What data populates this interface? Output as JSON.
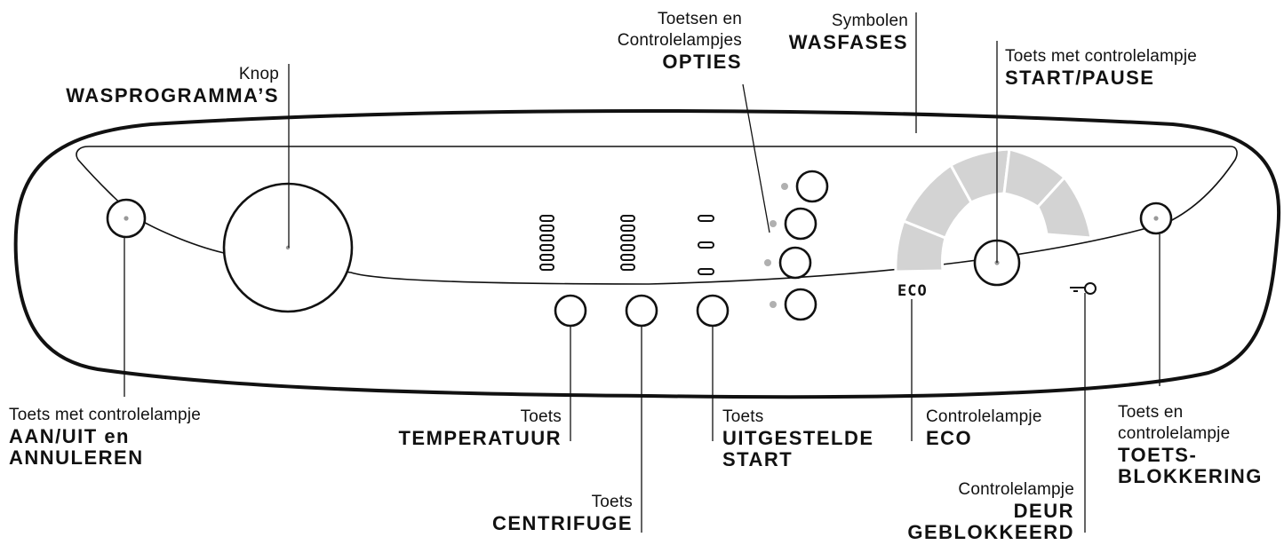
{
  "labels": {
    "programs": {
      "small": "Knop",
      "bold": "WASPROGRAMMA’S"
    },
    "options": {
      "small1": "Toetsen en",
      "small2": "Controlelampjes",
      "bold": "OPTIES"
    },
    "phases": {
      "small": "Symbolen",
      "bold": "WASFASES"
    },
    "start_pause": {
      "small": "Toets met controlelampje",
      "bold": "START/PAUSE"
    },
    "on_off": {
      "small": "Toets met controlelampje",
      "bold1": "AAN/UIT en",
      "bold2": "ANNULEREN"
    },
    "temperature": {
      "small": "Toets",
      "bold": "TEMPERATUUR"
    },
    "spin": {
      "small": "Toets",
      "bold": "CENTRIFUGE"
    },
    "delayed_start": {
      "small": "Toets",
      "bold1": "UITGESTELDE",
      "bold2": "START"
    },
    "eco_lamp": {
      "small": "Controlelampje",
      "bold": "ECO"
    },
    "door_lock": {
      "small": "Controlelampje",
      "bold1": "DEUR",
      "bold2": "GEBLOKKEERD"
    },
    "key_lock": {
      "small1": "Toets en",
      "small2": "controlelampje",
      "bold1": "TOETS-",
      "bold2": "BLOKKERING"
    }
  },
  "panel": {
    "eco_symbol": "ECO"
  },
  "colors": {
    "line": "#111111",
    "arc": "#d3d3d3",
    "led": "#b0b0b0"
  }
}
